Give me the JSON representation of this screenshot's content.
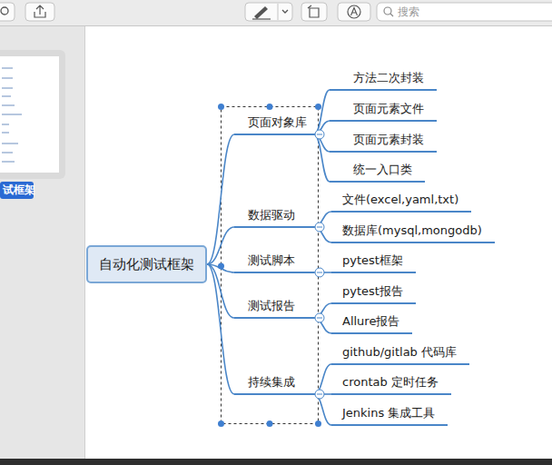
{
  "diagram": {
    "nodes": [
      {
        "text": [
          "自动化测试框架"
        ]
      },
      {
        "text": [
          "页面对象库"
        ]
      },
      {
        "text": [
          "数据驱动"
        ]
      },
      {
        "text": [
          "测试脚本"
        ]
      },
      {
        "text": [
          "测试报告"
        ]
      },
      {
        "text": [
          "持续集成"
        ]
      },
      {
        "text": [
          "方法二次封装"
        ]
      },
      {
        "text": [
          "页面元素文件"
        ]
      },
      {
        "text": [
          "页面元素封装"
        ]
      },
      {
        "text": [
          "统一入口类"
        ]
      },
      {
        "text": [
          "文件(excel,yaml,txt)"
        ]
      },
      {
        "text": [
          "数据库(mysql,mongodb)"
        ]
      },
      {
        "text": [
          "pytest框架"
        ]
      },
      {
        "text": [
          "pytest报告"
        ]
      },
      {
        "text": [
          "Allure报告"
        ]
      },
      {
        "text": [
          "github/gitlab 代码库"
        ]
      },
      {
        "text": [
          "crontab 定时任务"
        ]
      },
      {
        "text": [
          "Jenkins 集成工具"
        ]
      }
    ],
    "edges": [
      {
        "from": 0,
        "to": 1,
        "arrow": "none"
      },
      {
        "from": 0,
        "to": 2,
        "arrow": "none"
      },
      {
        "from": 0,
        "to": 3,
        "arrow": "none"
      },
      {
        "from": 0,
        "to": 4,
        "arrow": "none"
      },
      {
        "from": 0,
        "to": 5,
        "arrow": "none"
      },
      {
        "from": 1,
        "to": 6,
        "arrow": "none"
      },
      {
        "from": 1,
        "to": 7,
        "arrow": "none"
      },
      {
        "from": 1,
        "to": 8,
        "arrow": "none"
      },
      {
        "from": 1,
        "to": 9,
        "arrow": "none"
      },
      {
        "from": 2,
        "to": 10,
        "arrow": "none"
      },
      {
        "from": 2,
        "to": 11,
        "arrow": "none"
      },
      {
        "from": 3,
        "to": 12,
        "arrow": "none"
      },
      {
        "from": 4,
        "to": 13,
        "arrow": "none"
      },
      {
        "from": 4,
        "to": 14,
        "arrow": "none"
      },
      {
        "from": 5,
        "to": 15,
        "arrow": "none"
      },
      {
        "from": 5,
        "to": 16,
        "arrow": "none"
      },
      {
        "from": 5,
        "to": 17,
        "arrow": "none"
      }
    ],
    "labels": [
      "搜索",
      "试框架"
    ]
  }
}
